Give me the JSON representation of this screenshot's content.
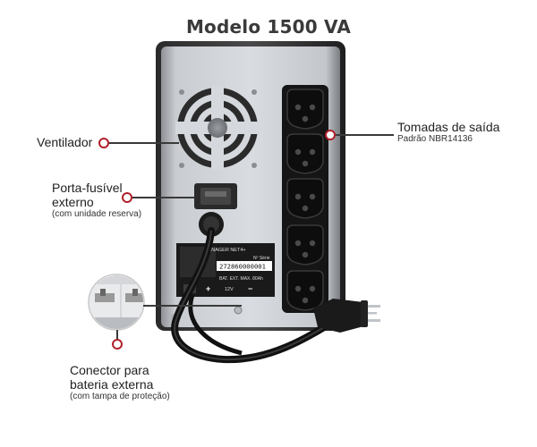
{
  "title": "Modelo 1500 VA",
  "device": {
    "label_brand": "MANAGER NET4+",
    "serial_caption": "Nº Série",
    "serial_number": "272860000001",
    "battery_text": "BAT. EXT. MAX. 80Ah",
    "voltage_text": "12V",
    "plus_sign": "+",
    "minus_sign": "−"
  },
  "callouts": {
    "tomadas": {
      "label": "Tomadas de saída",
      "sub": "Padrão NBR14136"
    },
    "ventilador": {
      "label": "Ventilador"
    },
    "fusivel": {
      "label_line1": "Porta-fusível",
      "label_line2": "externo",
      "sub": "(com unidade reserva)"
    },
    "conector": {
      "label_line1": "Conector para",
      "label_line2": "bateria externa",
      "sub": "(com tampa de proteção)"
    }
  },
  "colors": {
    "accent": "#b0202a",
    "body": "#c8cbd0",
    "outlet": "#1b1b1b"
  }
}
